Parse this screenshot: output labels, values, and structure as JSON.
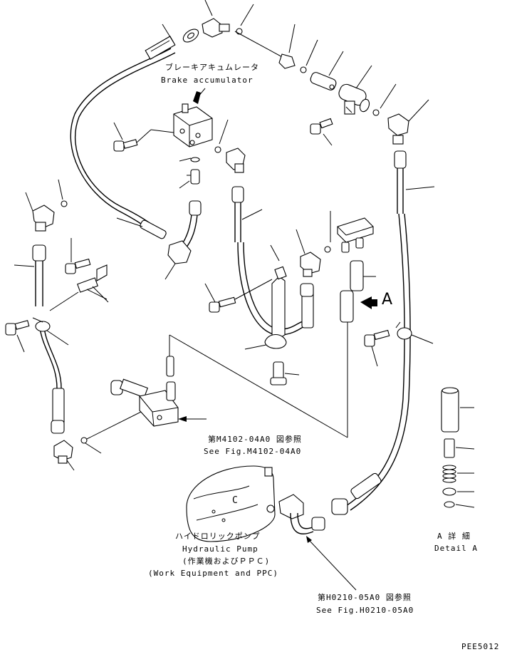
{
  "labels": {
    "brake_accumulator_jp": "ブレーキアキュムレータ",
    "brake_accumulator_en": "Brake accumulator",
    "ref_m4102_jp": "第M4102-04A0 図参照",
    "ref_m4102_en": "See Fig.M4102-04A0",
    "hydraulic_pump_jp": "ハイドロリックポンプ",
    "hydraulic_pump_en": "Hydraulic Pump",
    "ppc_jp": "(作業機およびＰＰＣ)",
    "ppc_en": "(Work Equipment and PPC)",
    "ref_h0210_jp": "第H0210-05A0 図参照",
    "ref_h0210_en": "See Fig.H0210-05A0",
    "view_marker": "A",
    "detail_jp": "A 詳 細",
    "detail_en": "Detail A",
    "pump_mark": "C",
    "drawing_code": "PEE5012"
  },
  "colors": {
    "ink": "#000000",
    "paper": "#ffffff"
  }
}
